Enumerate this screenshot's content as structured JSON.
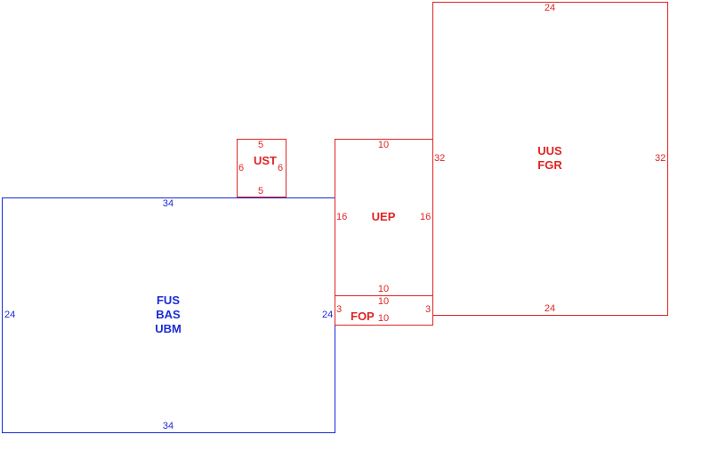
{
  "colors": {
    "accent_red": "#e02424",
    "accent_blue": "#1a2bd6",
    "background": "#ffffff"
  },
  "rooms": {
    "fus": {
      "labels": [
        "FUS",
        "BAS",
        "UBM"
      ],
      "dims": {
        "top": "34",
        "bottom": "34",
        "left": "24",
        "right": "24"
      }
    },
    "ust": {
      "label": "UST",
      "dims": {
        "top": "5",
        "bottom": "5",
        "left": "6",
        "right": "6"
      }
    },
    "uep": {
      "label": "UEP",
      "dims": {
        "top": "10",
        "bottom": "10",
        "left": "16",
        "right": "16"
      }
    },
    "fop": {
      "label": "FOP",
      "dims": {
        "top": "10",
        "bottom": "10",
        "left": "3",
        "right": "3"
      }
    },
    "uus": {
      "labels": [
        "UUS",
        "FGR"
      ],
      "dims": {
        "top": "24",
        "bottom": "24",
        "left": "32",
        "right": "32"
      }
    }
  }
}
